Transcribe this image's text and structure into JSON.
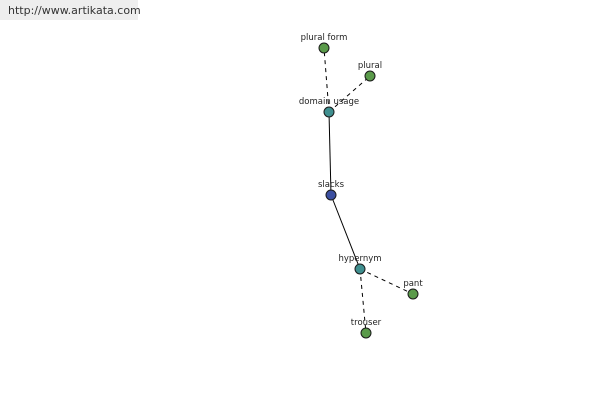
{
  "banner": {
    "url_text": "http://www.artikata.com"
  },
  "graph": {
    "colors": {
      "word": "#3b4fa0",
      "relation": "#3f8f8f",
      "term": "#5a9a4a"
    },
    "nodes": [
      {
        "id": "slacks",
        "label": "slacks",
        "kind": "word"
      },
      {
        "id": "domain_usage",
        "label": "domain usage",
        "kind": "relation"
      },
      {
        "id": "hypernym",
        "label": "hypernym",
        "kind": "relation"
      },
      {
        "id": "plural_form",
        "label": "plural form",
        "kind": "term"
      },
      {
        "id": "plural",
        "label": "plural",
        "kind": "term"
      },
      {
        "id": "pant",
        "label": "pant",
        "kind": "term"
      },
      {
        "id": "trouser",
        "label": "trouser",
        "kind": "term"
      }
    ],
    "edges": [
      {
        "from": "slacks",
        "to": "domain_usage",
        "style": "solid"
      },
      {
        "from": "slacks",
        "to": "hypernym",
        "style": "solid"
      },
      {
        "from": "domain_usage",
        "to": "plural_form",
        "style": "dashed"
      },
      {
        "from": "domain_usage",
        "to": "plural",
        "style": "dashed"
      },
      {
        "from": "hypernym",
        "to": "pant",
        "style": "dashed"
      },
      {
        "from": "hypernym",
        "to": "trouser",
        "style": "dashed"
      }
    ]
  }
}
